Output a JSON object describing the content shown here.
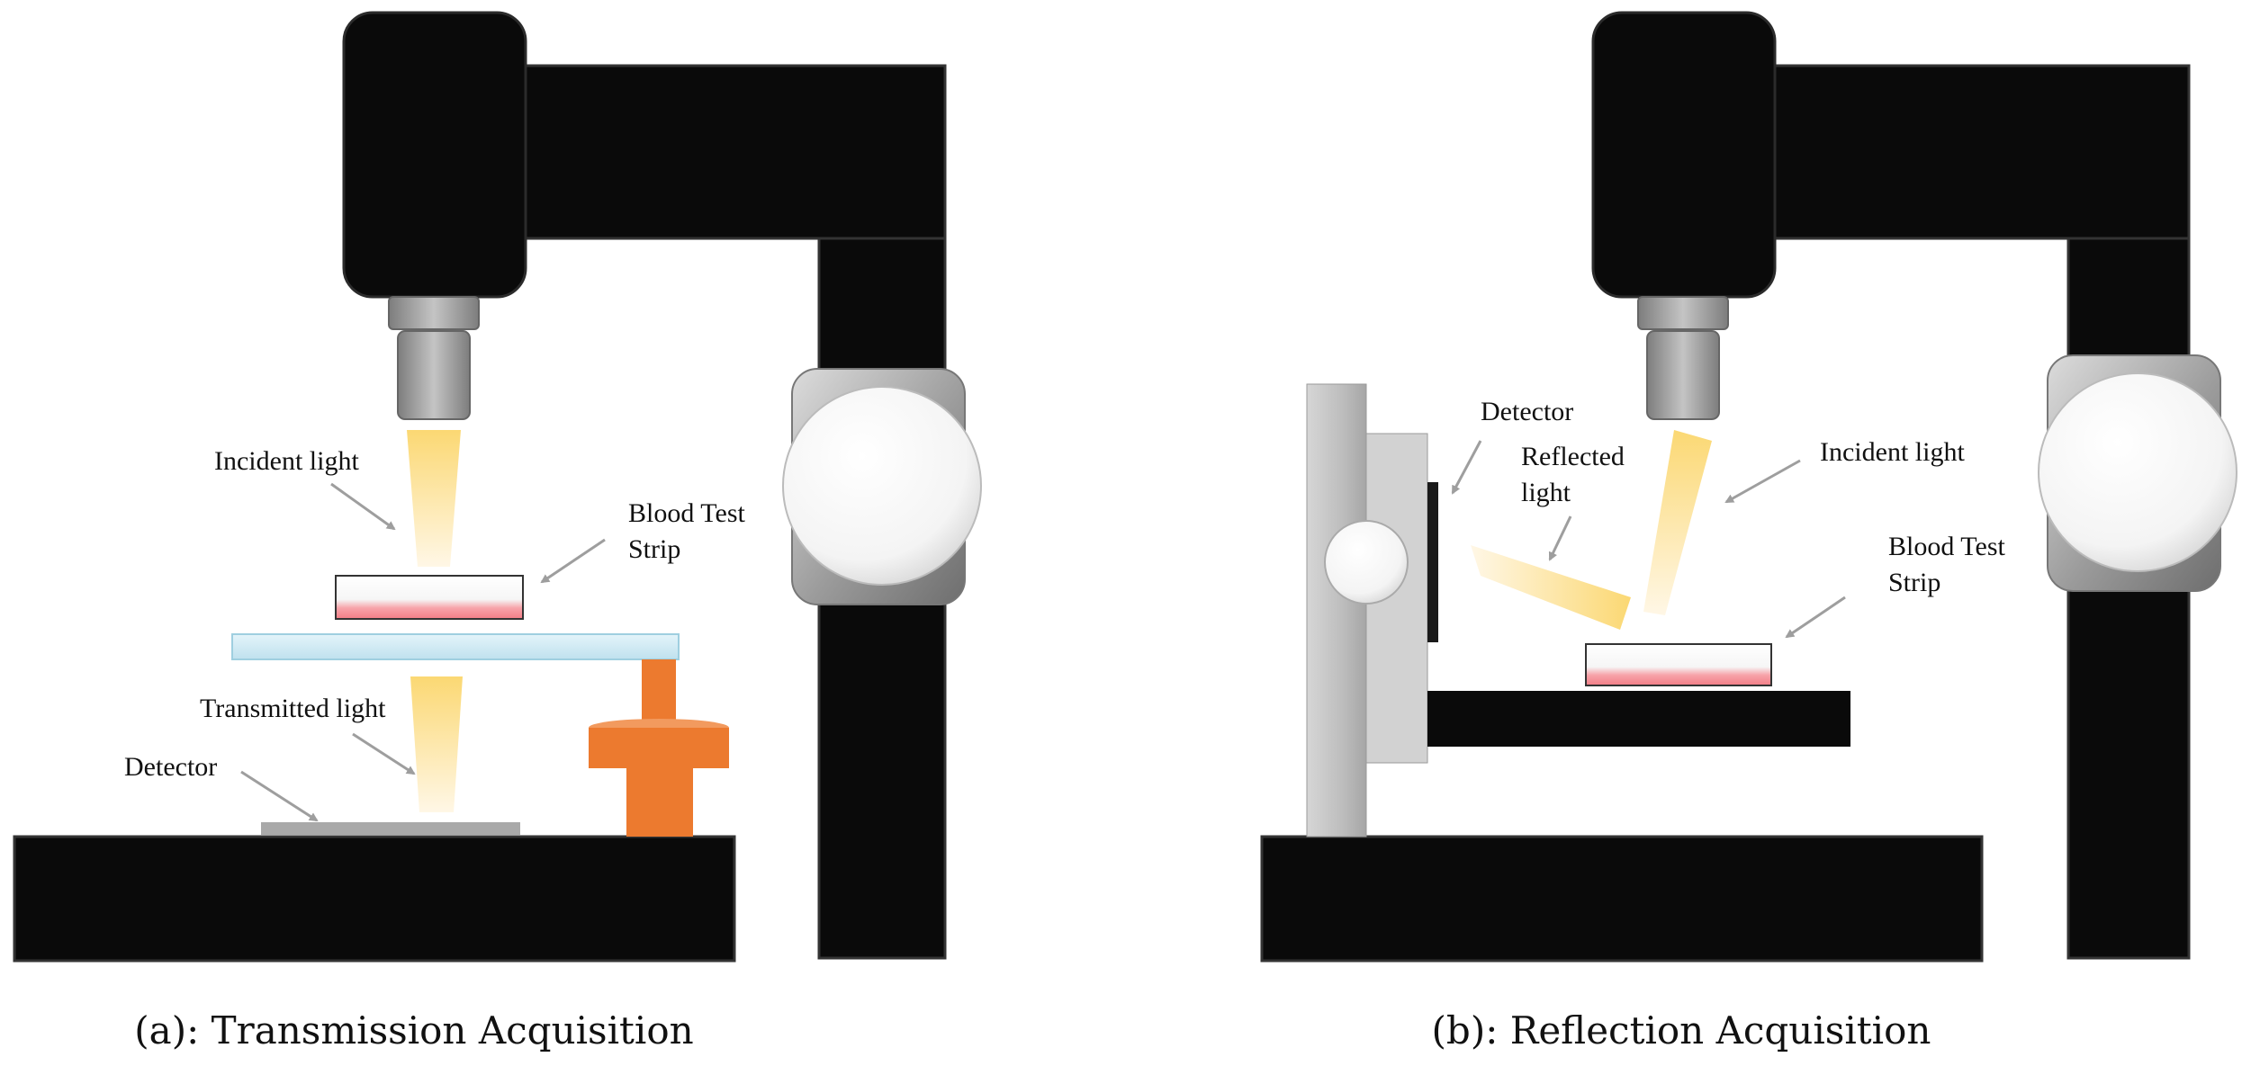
{
  "panel_a": {
    "caption": "(a): Transmission Acquisition",
    "labels": {
      "incident_light": "Incident light",
      "strip_line1": "Blood Test",
      "strip_line2": "Strip",
      "transmitted_light": "Transmitted light",
      "detector": "Detector"
    }
  },
  "panel_b": {
    "caption": "(b): Reflection Acquisition",
    "labels": {
      "detector": "Detector",
      "reflected_line1": "Reflected",
      "reflected_line2": "light",
      "incident_light": "Incident light",
      "strip_line1": "Blood Test",
      "strip_line2": "Strip"
    }
  },
  "colors": {
    "frame": "#0a0a0a",
    "camera_lens": "#9a9a9a",
    "light_beam": "#fbd873",
    "stage_glass": "#cfe9f3",
    "orange_support": "#ec7a2f",
    "strip_sample": "#f0707a",
    "detector_plate": "#a9a9a9"
  },
  "icons": {
    "knob": "round-knob-icon",
    "camera": "camera-body-icon",
    "lens": "lens-icon"
  }
}
